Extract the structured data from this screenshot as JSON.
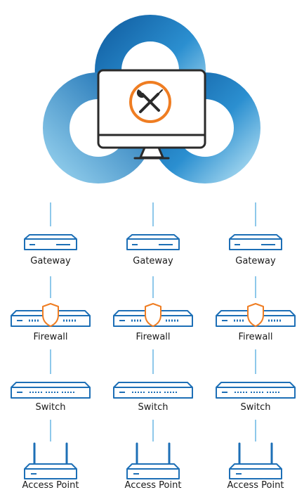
{
  "diagram": {
    "colors": {
      "device_blue": "#1d6fb6",
      "cloud_dark": "#1565a8",
      "cloud_light": "#8ecbea",
      "accent_orange": "#ef7d22",
      "connector": "#8ec8ea",
      "monitor_stroke": "#2a2a2a",
      "label_text": "#1a1a1a"
    },
    "center_icon": "wrench-screwdriver-icon",
    "columns": [
      {
        "gateway_label": "Gateway",
        "firewall_label": "Firewall",
        "switch_label": "Switch",
        "access_point_label": "Access Point"
      },
      {
        "gateway_label": "Gateway",
        "firewall_label": "Firewall",
        "switch_label": "Switch",
        "access_point_label": "Access Point"
      },
      {
        "gateway_label": "Gateway",
        "firewall_label": "Firewall",
        "switch_label": "Switch",
        "access_point_label": "Access Point"
      }
    ]
  }
}
